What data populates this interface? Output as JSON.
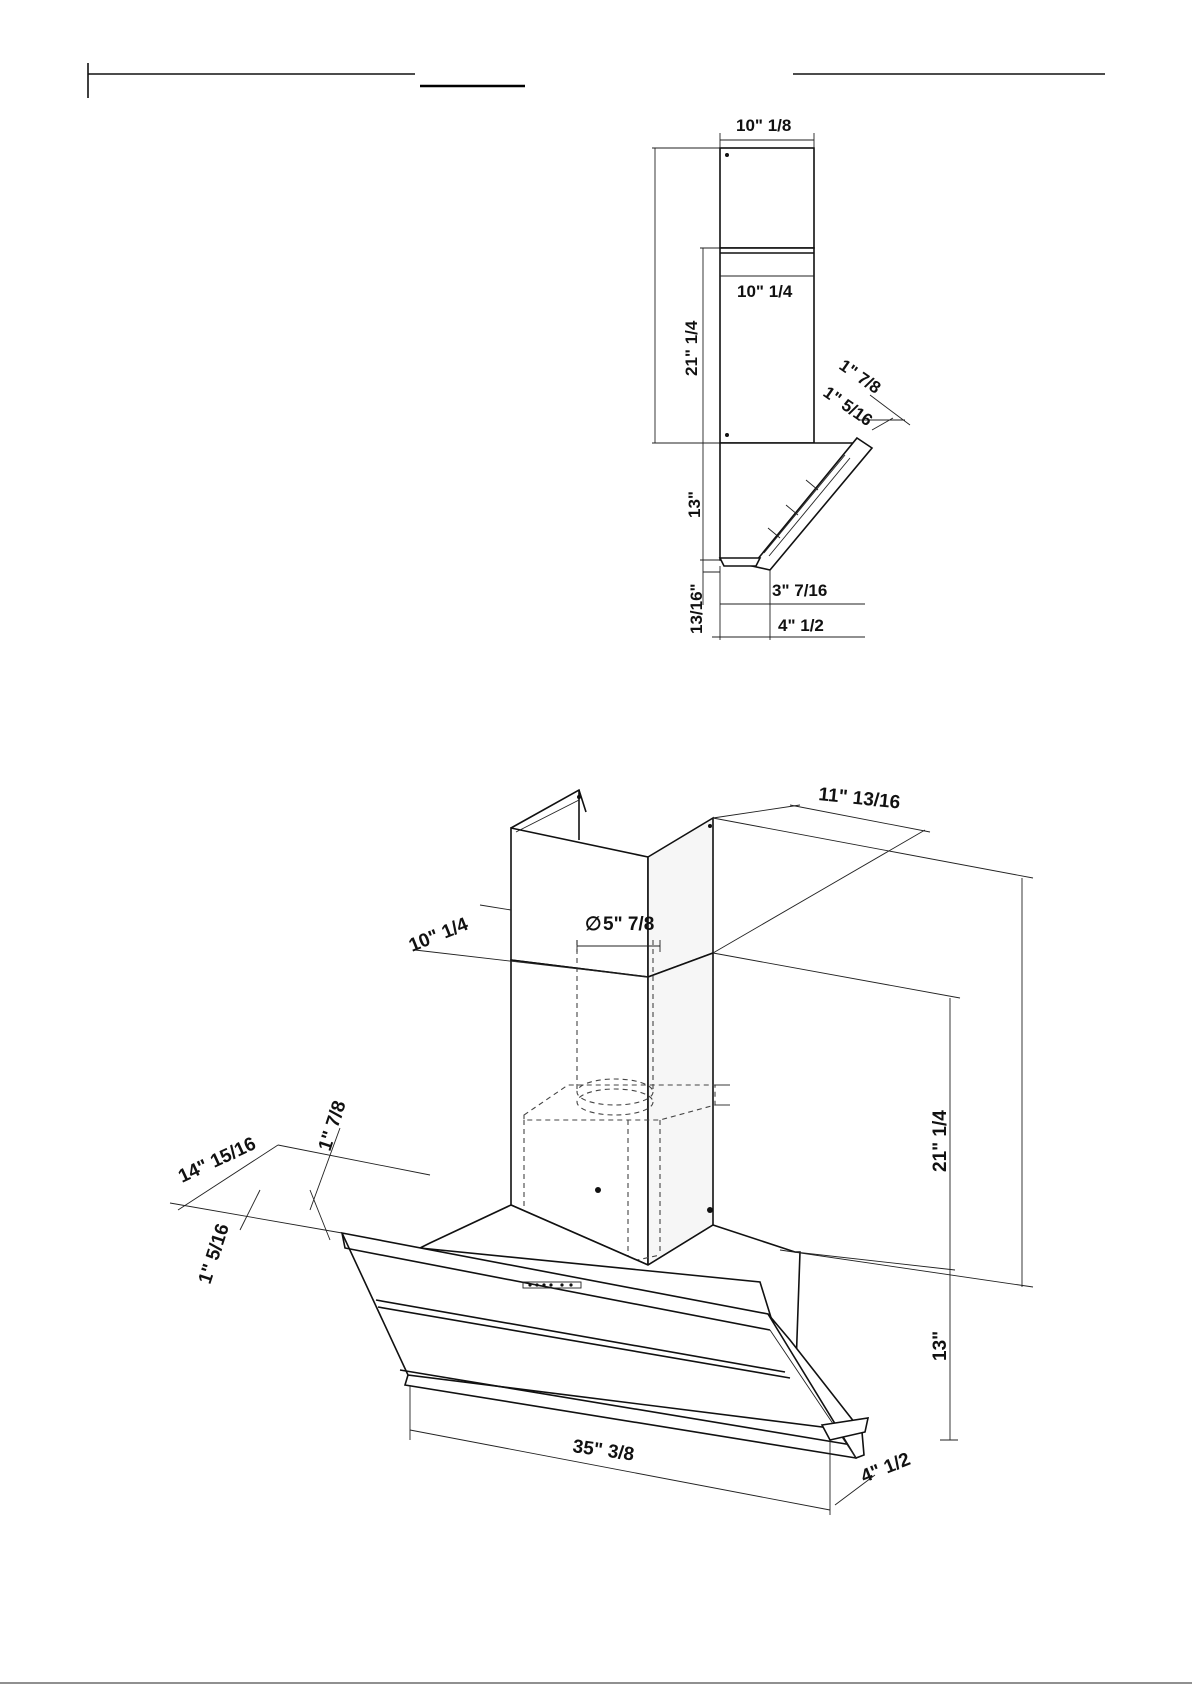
{
  "side_view": {
    "top_width": "10\" 1/8",
    "mid_width": "10\" 1/4",
    "chimney_height": "21\" 1/4",
    "glass_thickness_outer": "1\" 7/8",
    "glass_thickness_inner": "1\" 5/16",
    "body_height": "13\"",
    "bottom_offset": "13/16\"",
    "depth_inner": "3\" 7/16",
    "depth_outer": "4\" 1/2"
  },
  "iso_view": {
    "chimney_depth": "11\" 13/16",
    "chimney_width": "10\" 1/4",
    "duct_diameter": "5\" 7/8",
    "chimney_height": "21\" 1/4",
    "glass_outer": "1\" 7/8",
    "panel_depth": "14\" 15/16",
    "glass_inner": "1\" 5/16",
    "body_height": "13\"",
    "overall_width": "35\" 3/8",
    "bottom_depth": "4\" 1/2",
    "diameter_symbol": "∅"
  },
  "colors": {
    "line": "#111111",
    "background": "#ffffff"
  }
}
